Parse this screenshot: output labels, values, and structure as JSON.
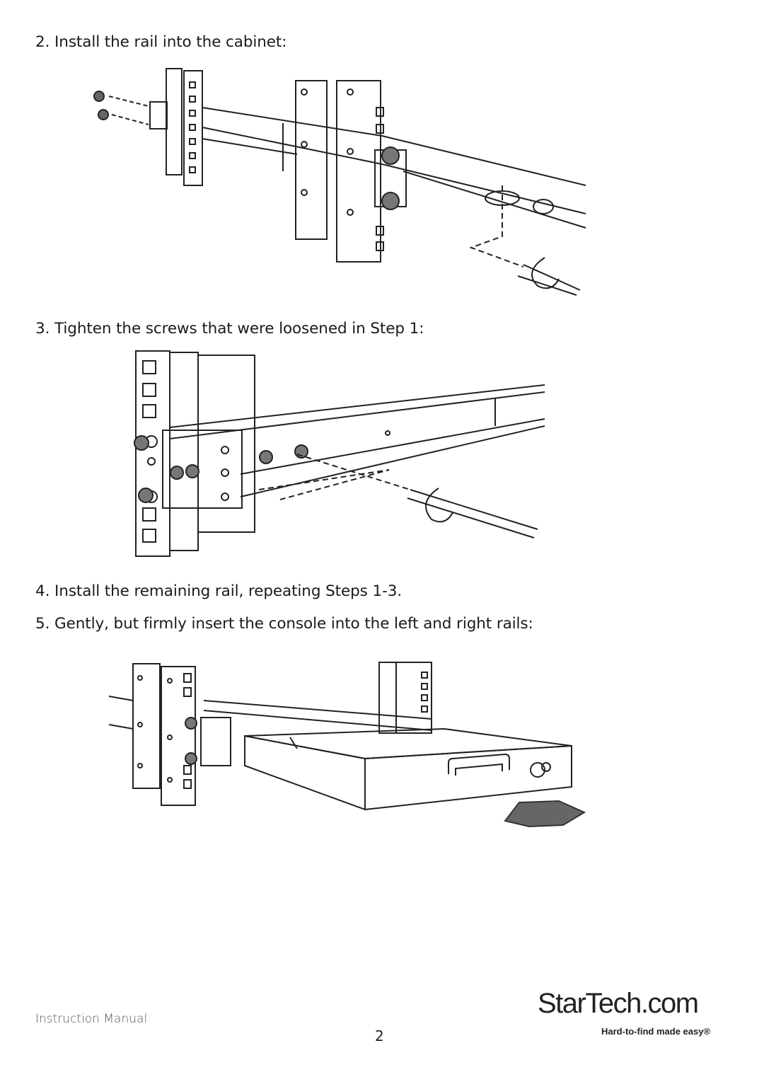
{
  "steps": [
    "2.  Install the rail into the cabinet:",
    "3.  Tighten the screws that were loosened in Step 1:",
    "4.  Install the remaining rail, repeating Steps 1-3.",
    "5.  Gently, but firmly insert the console into the left and right rails:"
  ],
  "footer": {
    "left_text": "Instruction Manual",
    "page_number": "2"
  },
  "logo": {
    "name": "StarTech.com",
    "tagline": "Hard-to-find made easy®"
  }
}
